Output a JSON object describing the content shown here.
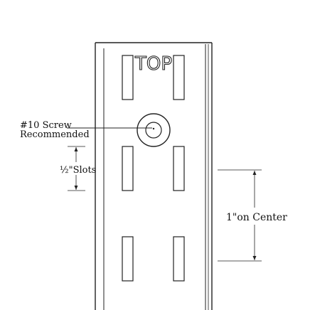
{
  "diagram": {
    "top_label": "TOP",
    "screw_label_line1": "#10 Screw",
    "screw_label_line2": "Recommended",
    "slot_label": "½\"Slots",
    "spacing_label": "1\"on Center",
    "colors": {
      "line": "#222222",
      "background": "#ffffff"
    }
  }
}
